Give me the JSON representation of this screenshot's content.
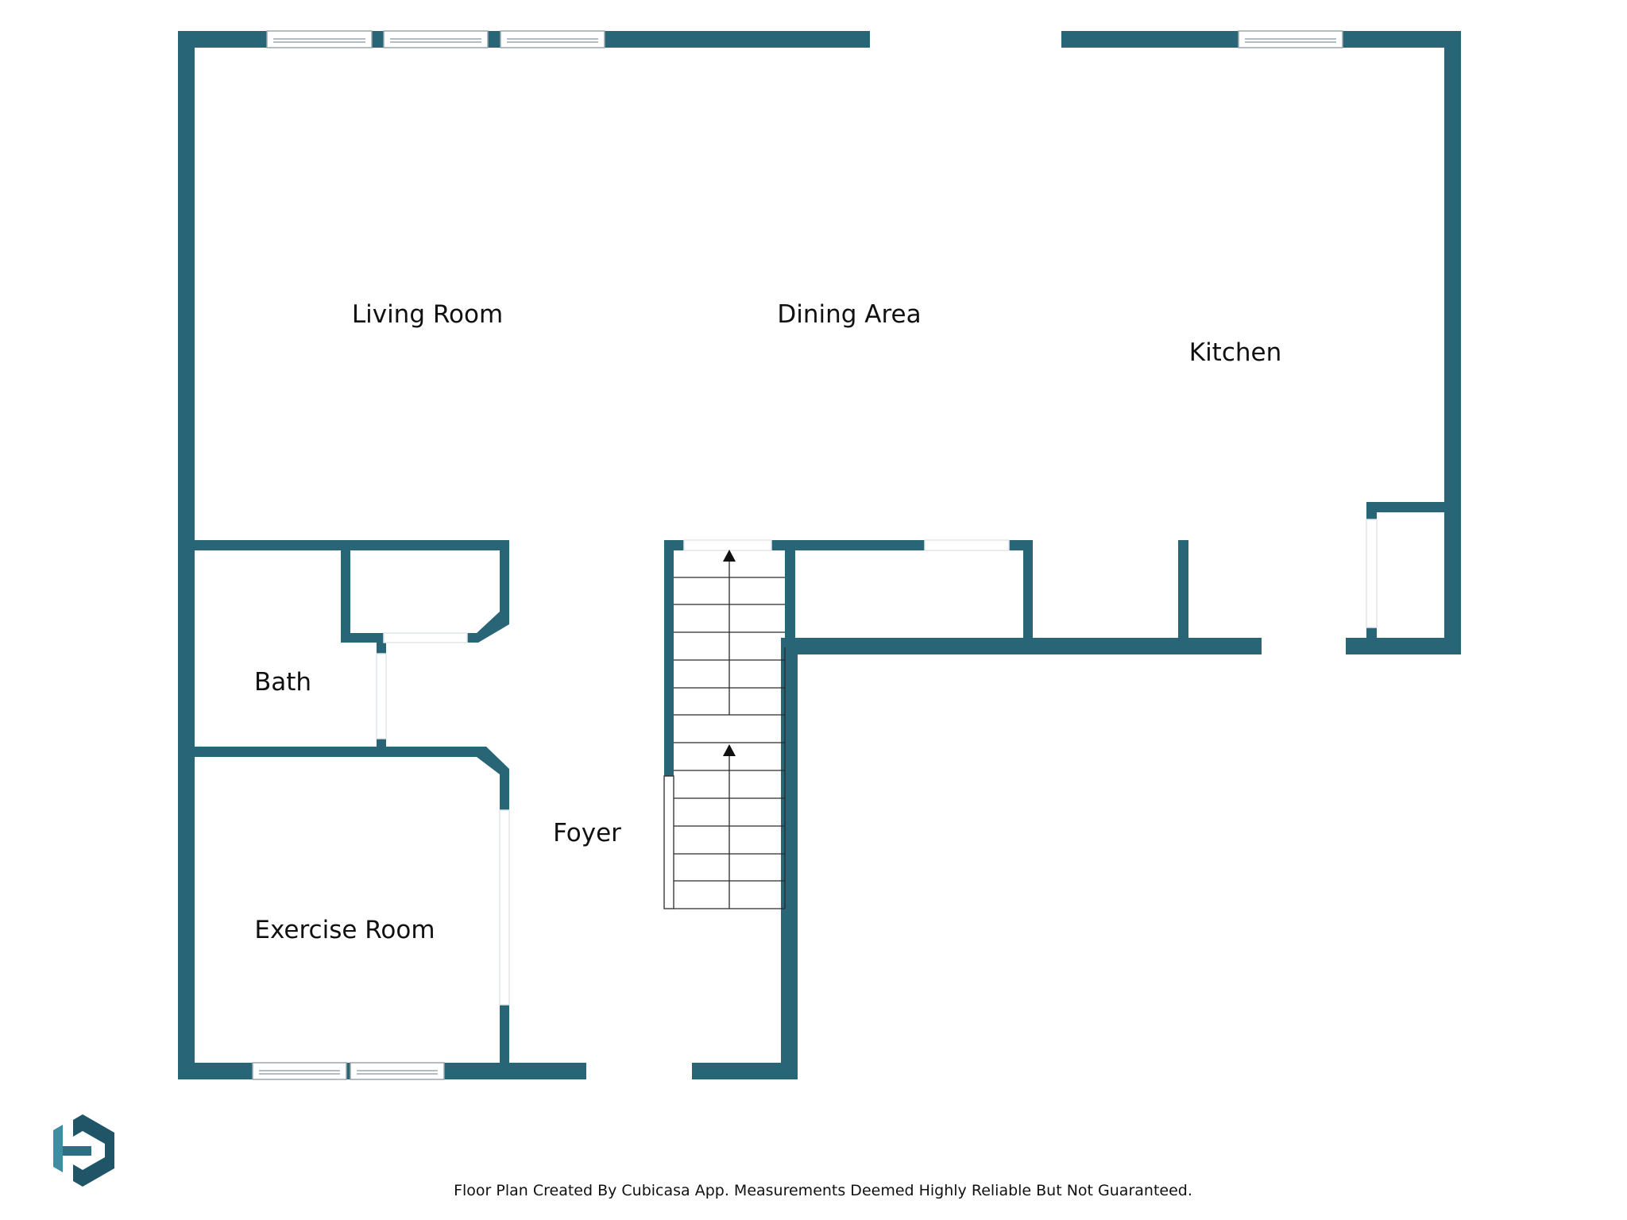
{
  "rooms": {
    "living_room": "Living Room",
    "dining_area": "Dining Area",
    "kitchen": "Kitchen",
    "bath": "Bath",
    "foyer": "Foyer",
    "exercise_room": "Exercise Room"
  },
  "footer": {
    "disclaimer": "Floor Plan Created By Cubicasa App. Measurements Deemed Highly Reliable But Not Guaranteed."
  },
  "colors": {
    "wall": "#276577",
    "background": "#ffffff",
    "text": "#111111",
    "logo_dark": "#1f5566",
    "logo_light": "#3d8ea3"
  },
  "icons": {
    "logo": "cubicasa-logo-icon",
    "stair_arrow": "arrow-up-icon"
  }
}
